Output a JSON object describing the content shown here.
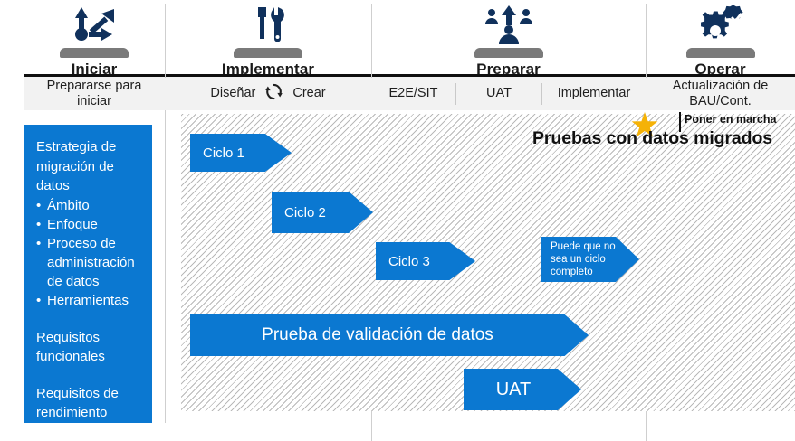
{
  "colors": {
    "brand_blue": "#0b78d1",
    "icon_navy": "#10315c",
    "pedestal_grey": "#7a7a7a",
    "star_gold": "#f5b207",
    "hatch_grey": "#b9b9b9",
    "subheader_grey": "#f2f2f2",
    "rule_black": "#0f0f0f"
  },
  "phases": [
    {
      "label": "Iniciar",
      "icon": "growth-arrows-icon"
    },
    {
      "label": "Implementar",
      "icon": "screwdriver-wrench-icon"
    },
    {
      "label": "Preparar",
      "icon": "people-uplift-icon"
    },
    {
      "label": "Operar",
      "icon": "gear-check-icon"
    }
  ],
  "subheader": {
    "cells": [
      {
        "name": "prepararse-para-iniciar",
        "line1": "Prepararse para",
        "line2": "iniciar"
      },
      {
        "name": "disenar-crear",
        "line1": "Diseñar",
        "line2": "Crear",
        "icon": "recycle-loop-icon"
      },
      {
        "name": "e2e-sit",
        "line1": "E2E/SIT"
      },
      {
        "name": "uat",
        "line1": "UAT"
      },
      {
        "name": "implementar",
        "line1": "Implementar"
      },
      {
        "name": "actualizacion-bau",
        "line1": "Actualización de",
        "line2": "BAU/Cont."
      }
    ]
  },
  "sidepanel": {
    "heading": "Estrategia de migración de datos",
    "bullets": [
      "Ámbito",
      "Enfoque",
      "Proceso de administración de datos",
      "Herramientas"
    ],
    "block2": "Requisitos funcionales",
    "block3": "Requisitos de rendimiento"
  },
  "chart_data": {
    "type": "bar",
    "title": "Pruebas con datos migrados",
    "bars": [
      {
        "name": "ciclo-1",
        "label": "Ciclo 1",
        "align": "left"
      },
      {
        "name": "ciclo-2",
        "label": "Ciclo 2",
        "align": "left"
      },
      {
        "name": "ciclo-3",
        "label": "Ciclo 3",
        "align": "left"
      },
      {
        "name": "ciclo-parcial",
        "label": "Puede que no sea un ciclo completo",
        "align": "left"
      },
      {
        "name": "prueba-validacion-datos",
        "label": "Prueba de validación de datos",
        "align": "center"
      },
      {
        "name": "uat-bar",
        "label": "UAT",
        "align": "center"
      }
    ]
  },
  "milestone": {
    "label": "Poner en marcha",
    "icon": "star-icon"
  }
}
